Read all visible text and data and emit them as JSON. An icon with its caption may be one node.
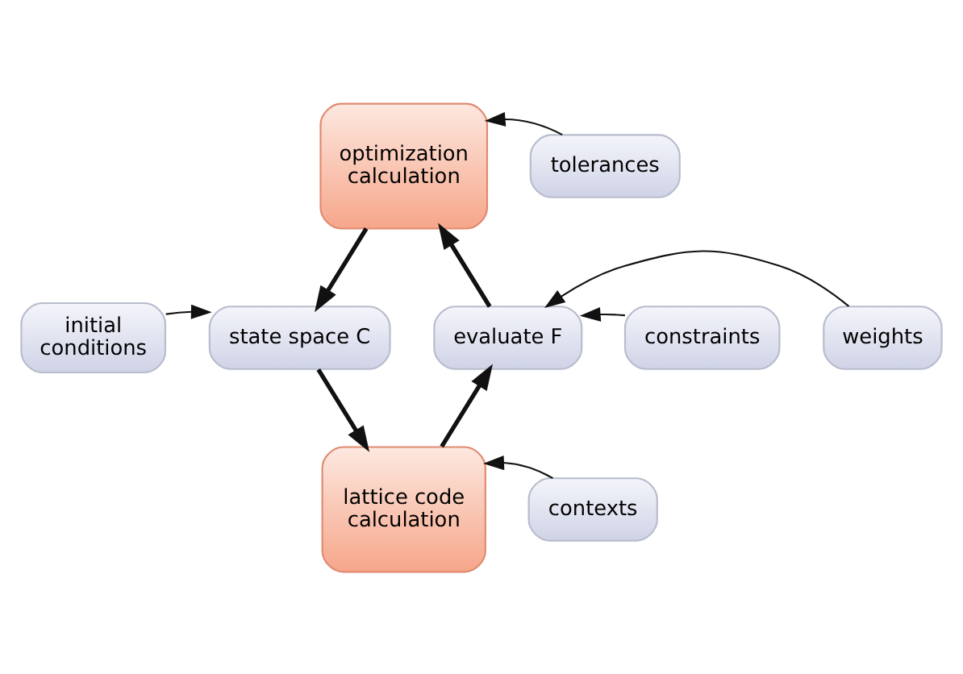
{
  "diagram": {
    "nodes": [
      {
        "text": [
          "optimization calculation"
        ]
      },
      {
        "text": [
          "tolerances"
        ]
      },
      {
        "text": [
          "initial conditions"
        ]
      },
      {
        "text": [
          "state space C"
        ]
      },
      {
        "text": [
          "evaluate F"
        ]
      },
      {
        "text": [
          "constraints"
        ]
      },
      {
        "text": [
          "weights"
        ]
      },
      {
        "text": [
          "lattice code calculation"
        ]
      },
      {
        "text": [
          "contexts"
        ]
      }
    ],
    "edges": [
      {
        "from": 1,
        "to": 0,
        "arrow": "to"
      },
      {
        "from": 0,
        "to": 3,
        "arrow": "to",
        "style": "thick"
      },
      {
        "from": 4,
        "to": 0,
        "arrow": "to",
        "style": "thick"
      },
      {
        "from": 2,
        "to": 3,
        "arrow": "to"
      },
      {
        "from": 5,
        "to": 4,
        "arrow": "to"
      },
      {
        "from": 6,
        "to": 4,
        "arrow": "to"
      },
      {
        "from": 3,
        "to": 7,
        "arrow": "to",
        "style": "thick"
      },
      {
        "from": 7,
        "to": 4,
        "arrow": "to",
        "style": "thick"
      },
      {
        "from": 8,
        "to": 7,
        "arrow": "to"
      }
    ]
  }
}
